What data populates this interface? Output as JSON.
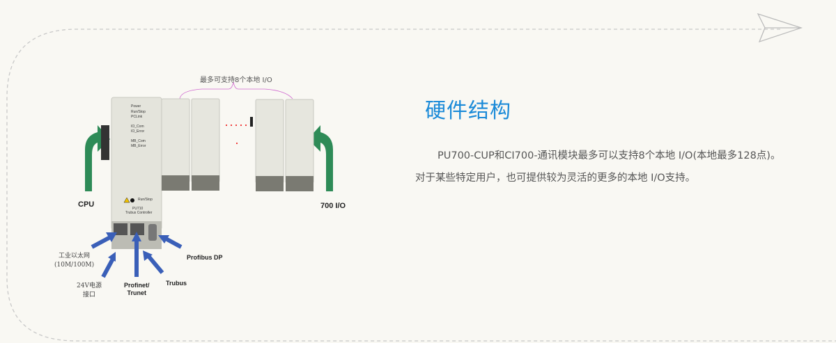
{
  "section": {
    "title": "硬件结构",
    "paragraph1": "PU700-CUP和CI700-通讯模块最多可以支持8个本地 I/O(本地最多128点)。",
    "paragraph2": "对于某些特定用户，也可提供较为灵活的更多的本地 I/O支持。"
  },
  "diagram": {
    "io_note": "最多可支持8个本地 I/O",
    "cpu_label": "CPU",
    "io_label": "700 I/O",
    "cpu_leds": [
      "Power",
      "Run/Stop",
      "PCLink",
      "IO_Com",
      "IO_Error",
      "MB_Com",
      "MB_Error"
    ],
    "cpu_button": "Run/Stop",
    "cpu_model": "PU710",
    "cpu_name": "Trubus Controller",
    "ports": {
      "ethernet": "工业以太网",
      "ethernet_speed": "(10M/100M)",
      "power": "24V电源",
      "power2": "接口",
      "profinet": "Profinet/",
      "profinet2": "Trunet",
      "trubus": "Trubus",
      "profibus": "Profibus DP"
    }
  },
  "colors": {
    "accent": "#1a8ad8",
    "arrow_green": "#2e8b57",
    "arrow_blue": "#3a5fb8"
  }
}
